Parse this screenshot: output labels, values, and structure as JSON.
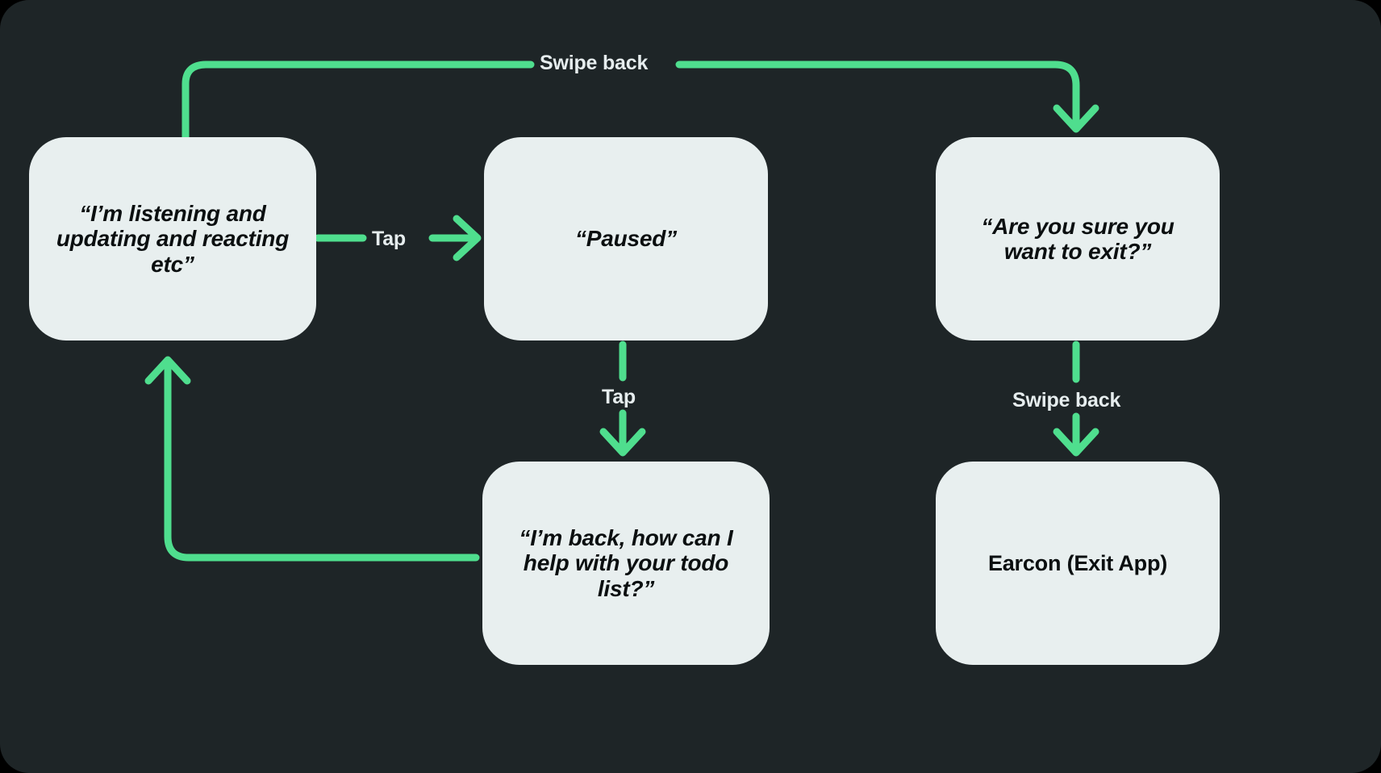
{
  "theme": {
    "page_background": "#000000",
    "canvas_background": "#1E2527",
    "node_fill": "#E8EFEF",
    "node_text": "#0B0F10",
    "connector": "#4FDE8E",
    "label_text": "#E6EDEE"
  },
  "diagram": {
    "type": "flowchart",
    "title": "",
    "nodes": [
      {
        "id": "listening",
        "label": "“I’m listening and updating and reacting etc”",
        "style": "quote"
      },
      {
        "id": "paused",
        "label": "“Paused”",
        "style": "quote"
      },
      {
        "id": "exit",
        "label": "“Are you sure you want to exit?”",
        "style": "quote"
      },
      {
        "id": "back",
        "label": "“I’m back, how can I help with your todo list?”",
        "style": "quote"
      },
      {
        "id": "earcon",
        "label": "Earcon (Exit App)",
        "style": "plain"
      }
    ],
    "edges": [
      {
        "id": "listening-to-exit",
        "from": "listening",
        "to": "exit",
        "label": "Swipe back",
        "direction": "up-right-down"
      },
      {
        "id": "listening-to-paused",
        "from": "listening",
        "to": "paused",
        "label": "Tap",
        "direction": "right"
      },
      {
        "id": "paused-to-back",
        "from": "paused",
        "to": "back",
        "label": "Tap",
        "direction": "down"
      },
      {
        "id": "back-to-listening",
        "from": "back",
        "to": "listening",
        "label": "",
        "direction": "left-up"
      },
      {
        "id": "exit-to-earcon",
        "from": "exit",
        "to": "earcon",
        "label": "Swipe back",
        "direction": "down"
      }
    ]
  }
}
